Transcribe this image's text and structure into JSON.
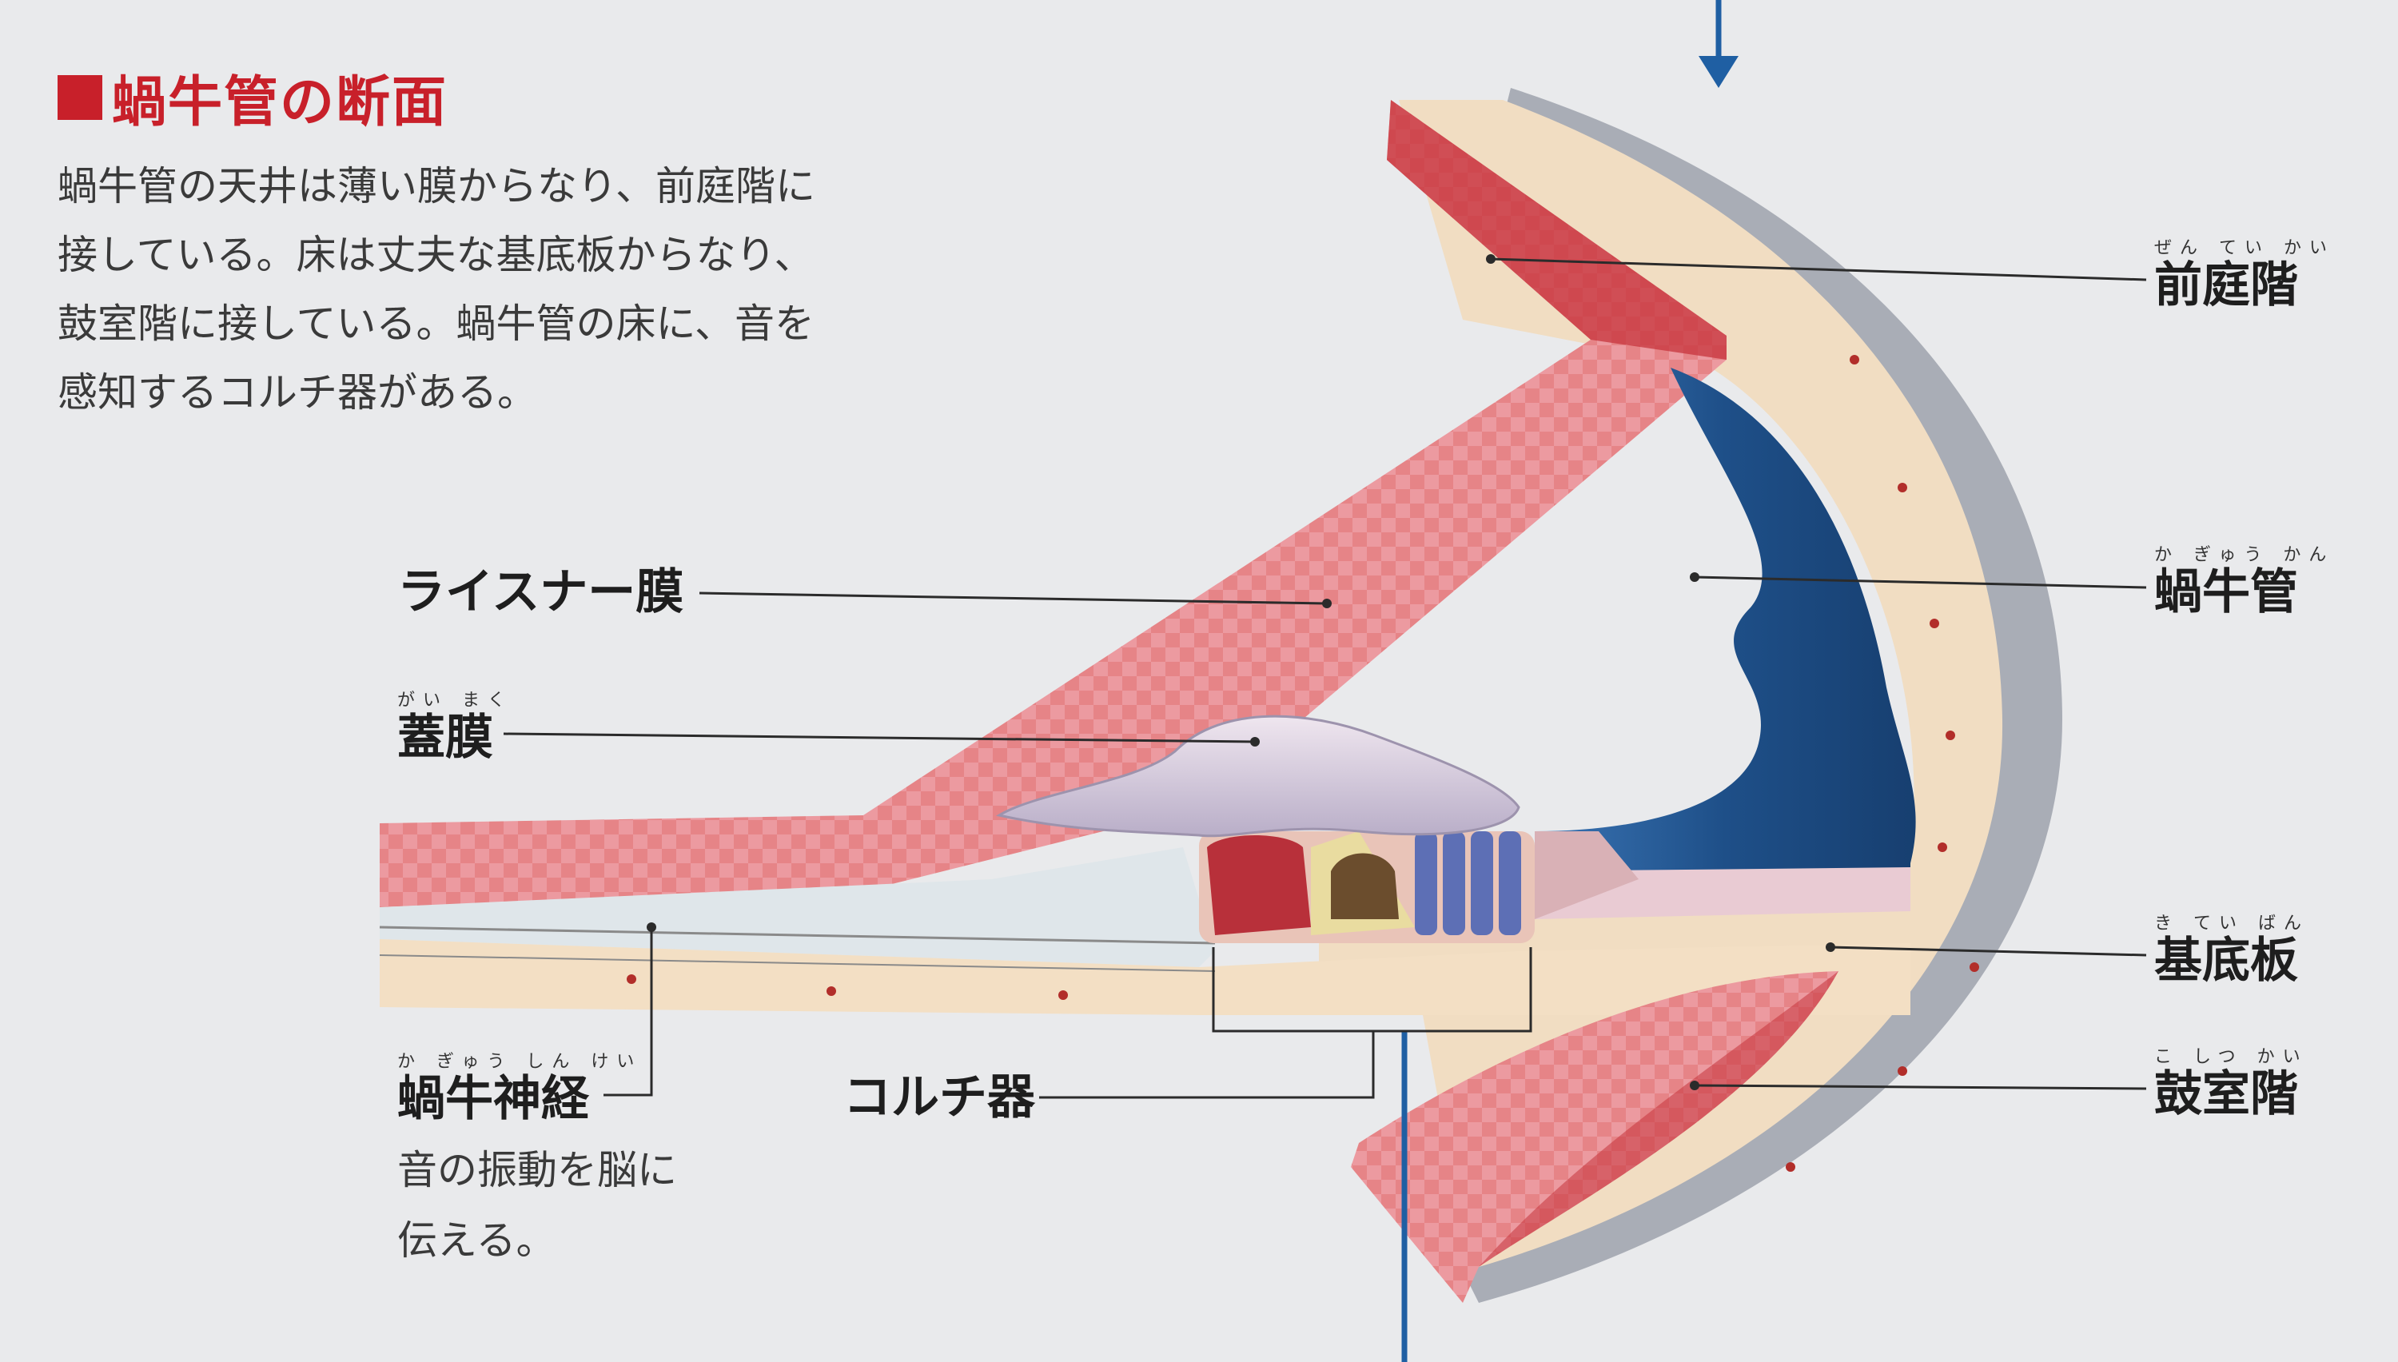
{
  "title": "蝸牛管の断面",
  "intro_lines": [
    "蝸牛管の天井は薄い膜からなり、前庭階に",
    "接している。床は丈夫な基底板からなり、",
    "鼓室階に接している。蝸牛管の床に、音を",
    "感知するコルチ器がある。"
  ],
  "labels": {
    "zenteikai": {
      "text": "前庭階",
      "ruby": "ぜん てい かい"
    },
    "kagyukan": {
      "text": "蝸牛管",
      "ruby": "か ぎゅう かん"
    },
    "kiteiban": {
      "text": "基底板",
      "ruby": "き てい ばん"
    },
    "koshitsukai": {
      "text": "鼓室階",
      "ruby": "こ しつ かい"
    },
    "reissner": {
      "text": "ライスナー膜"
    },
    "gaimaku": {
      "text": "蓋膜",
      "ruby": "がい まく"
    },
    "corti": {
      "text": "コルチ器"
    },
    "nerve": {
      "text": "蝸牛神経",
      "ruby": "か ぎゅう しん けい"
    }
  },
  "nerve_desc_lines": [
    "音の振動を脳に",
    "伝える。"
  ],
  "colors": {
    "title_red": "#c8202a",
    "scala_pink": "#e07a7e",
    "duct_blue": "#2a5d95",
    "bone_cream": "#f0dcc0",
    "arrow_blue": "#1f5fa3"
  }
}
